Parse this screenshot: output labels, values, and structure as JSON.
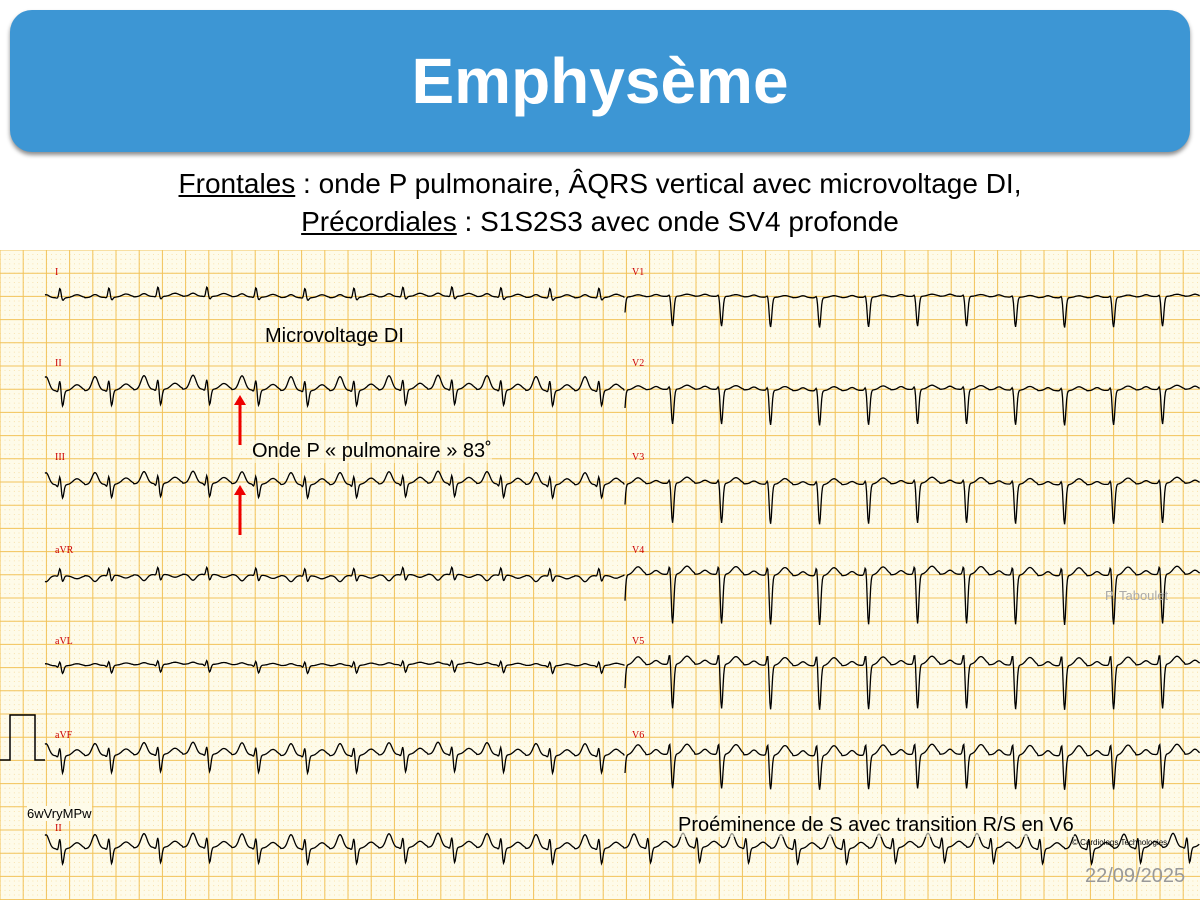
{
  "title": "Emphysème",
  "subtitle": {
    "line1_label": "Frontales",
    "line1_text": " : onde P pulmonaire, ÂQRS vertical avec microvoltage DI,",
    "line2_label": "Précordiales",
    "line2_text": " : S1S2S3 avec onde SV4 profonde"
  },
  "leads_left": [
    "I",
    "II",
    "III",
    "aVR",
    "aVL",
    "aVF",
    "II"
  ],
  "leads_right": [
    "V1",
    "V2",
    "V3",
    "V4",
    "V5",
    "V6"
  ],
  "annotations": {
    "microvoltage": "Microvoltage DI",
    "p_wave": "Onde P « pulmonaire » 83˚",
    "precordial": "Proéminence de S avec transition R/S en V6",
    "author": "P. Taboulet",
    "code": "6wVryMPw",
    "copyright": "© Cardiologs Technologies",
    "date": "22/09/2025"
  },
  "colors": {
    "title_bg": "#3d96d4",
    "grid_major": "#f2c35a",
    "grid_minor": "#f5d48a",
    "lead_label": "#cc0000",
    "arrow": "#ee0000",
    "trace": "#000000"
  }
}
